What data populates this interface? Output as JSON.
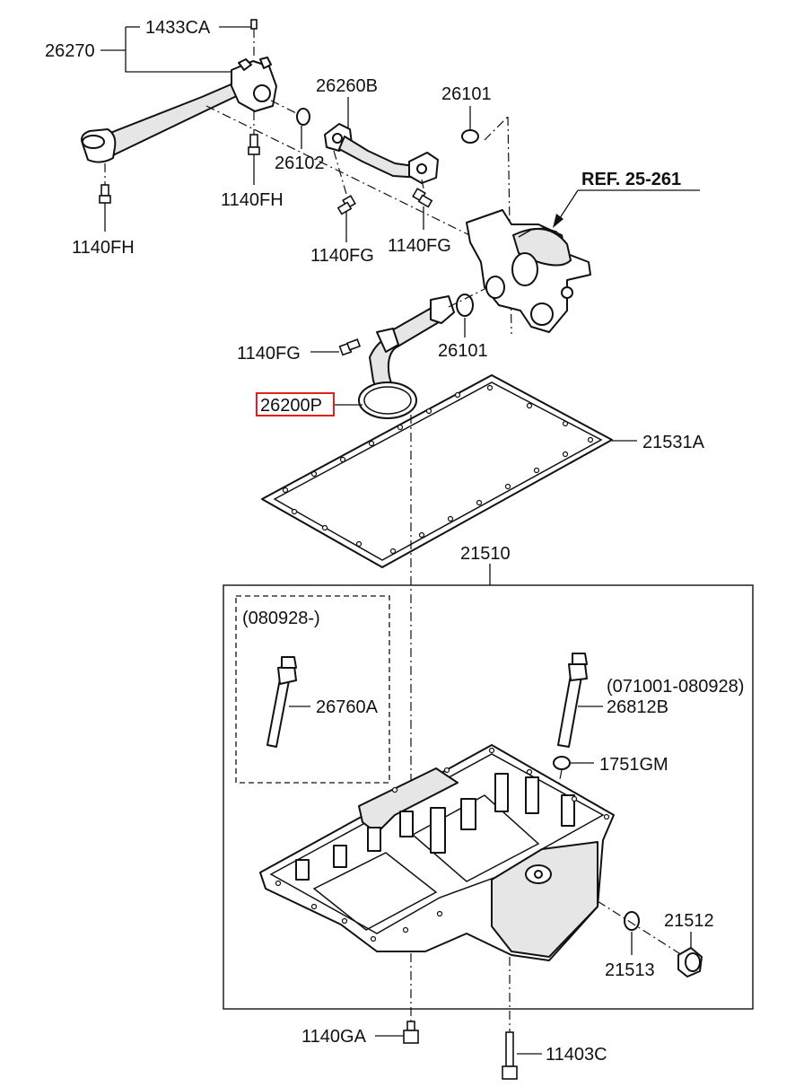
{
  "labels": {
    "l_1433CA": "1433CA",
    "l_26270": "26270",
    "l_26260B": "26260B",
    "l_26101_top": "26101",
    "l_26102": "26102",
    "l_1140FH_mid": "1140FH",
    "l_1140FH_left": "1140FH",
    "l_1140FG_a": "1140FG",
    "l_1140FG_b": "1140FG",
    "l_ref": "REF. 25-261",
    "l_1140FG_c": "1140FG",
    "l_26101_low": "26101",
    "l_26200P": "26200P",
    "l_21531A": "21531A",
    "l_21510": "21510",
    "l_080928": "(080928-)",
    "l_26760A": "26760A",
    "l_071001": "(071001-080928)",
    "l_26812B": "26812B",
    "l_1751GM": "1751GM",
    "l_21512": "21512",
    "l_21513": "21513",
    "l_1140GA": "1140GA",
    "l_11403C": "11403C"
  },
  "highlight": {
    "part": "26200P",
    "color": "#e02020"
  }
}
